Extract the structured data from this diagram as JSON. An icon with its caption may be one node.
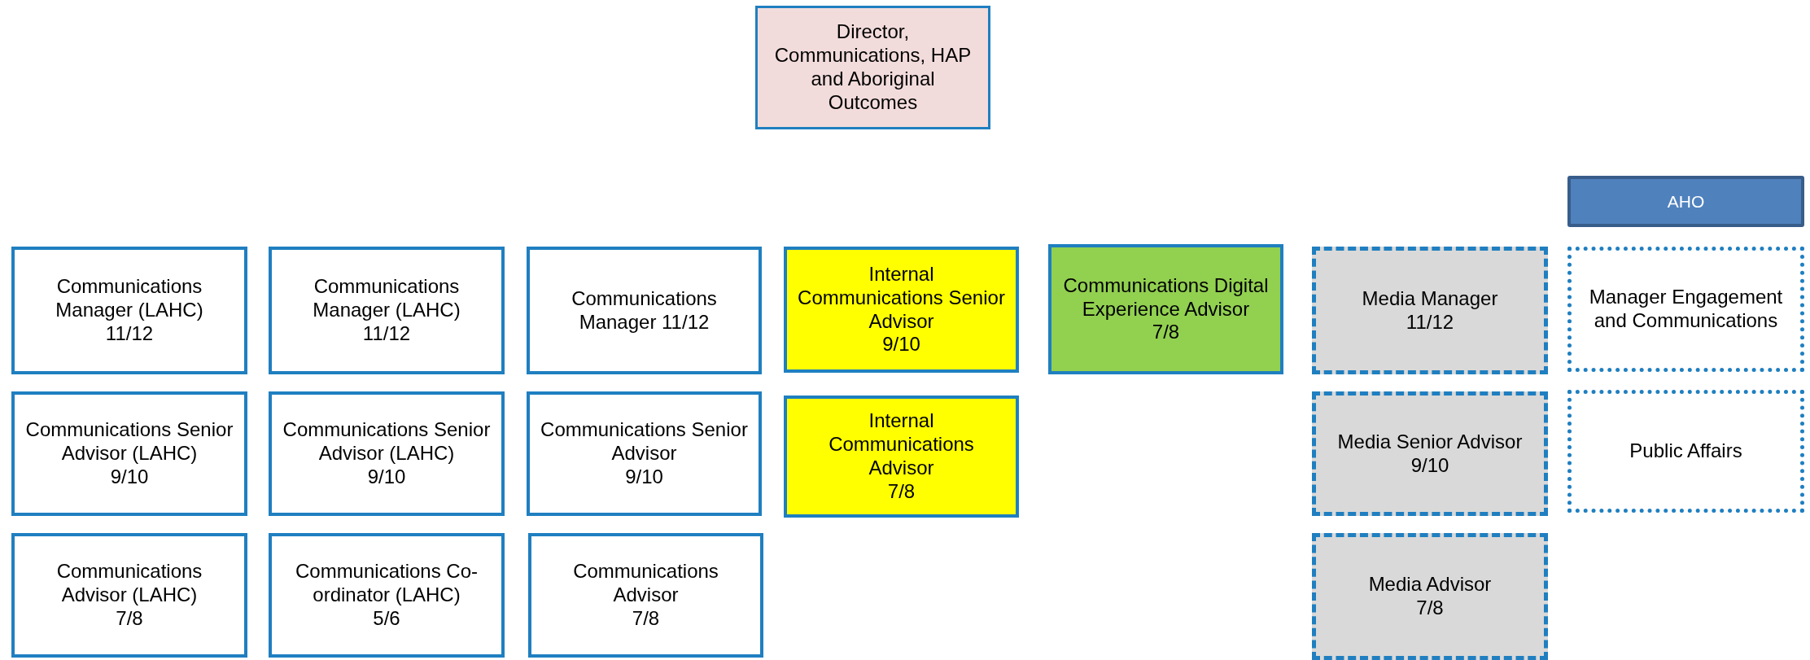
{
  "diagram": {
    "nodes": [
      {
        "text": [
          "Director, Communications, HAP and Aboriginal Outcomes"
        ]
      },
      {
        "text": [
          "AHO"
        ]
      },
      {
        "text": [
          "Communications Manager (LAHC)",
          "11/12"
        ]
      },
      {
        "text": [
          "Communications Manager (LAHC)",
          "11/12"
        ]
      },
      {
        "text": [
          "Communications Manager 11/12"
        ]
      },
      {
        "text": [
          "Internal Communications Senior Advisor",
          "9/10"
        ]
      },
      {
        "text": [
          "Communications Digital Experience Advisor",
          "7/8"
        ]
      },
      {
        "text": [
          "Media Manager",
          "11/12"
        ]
      },
      {
        "text": [
          "Manager Engagement and Communications"
        ]
      },
      {
        "text": [
          "Communications Senior Advisor (LAHC)",
          "9/10"
        ]
      },
      {
        "text": [
          "Communications Senior Advisor (LAHC)",
          "9/10"
        ]
      },
      {
        "text": [
          "Communications Senior Advisor",
          "9/10"
        ]
      },
      {
        "text": [
          "Internal Communications Advisor",
          "7/8"
        ]
      },
      {
        "text": [
          "Media Senior Advisor",
          "9/10"
        ]
      },
      {
        "text": [
          "Public Affairs"
        ]
      },
      {
        "text": [
          "Communications Advisor (LAHC)",
          "7/8"
        ]
      },
      {
        "text": [
          "Communications Co-ordinator (LAHC)",
          "5/6"
        ]
      },
      {
        "text": [
          "Communications Advisor",
          "7/8"
        ]
      },
      {
        "text": [
          "Media Advisor",
          "7/8"
        ]
      }
    ]
  }
}
